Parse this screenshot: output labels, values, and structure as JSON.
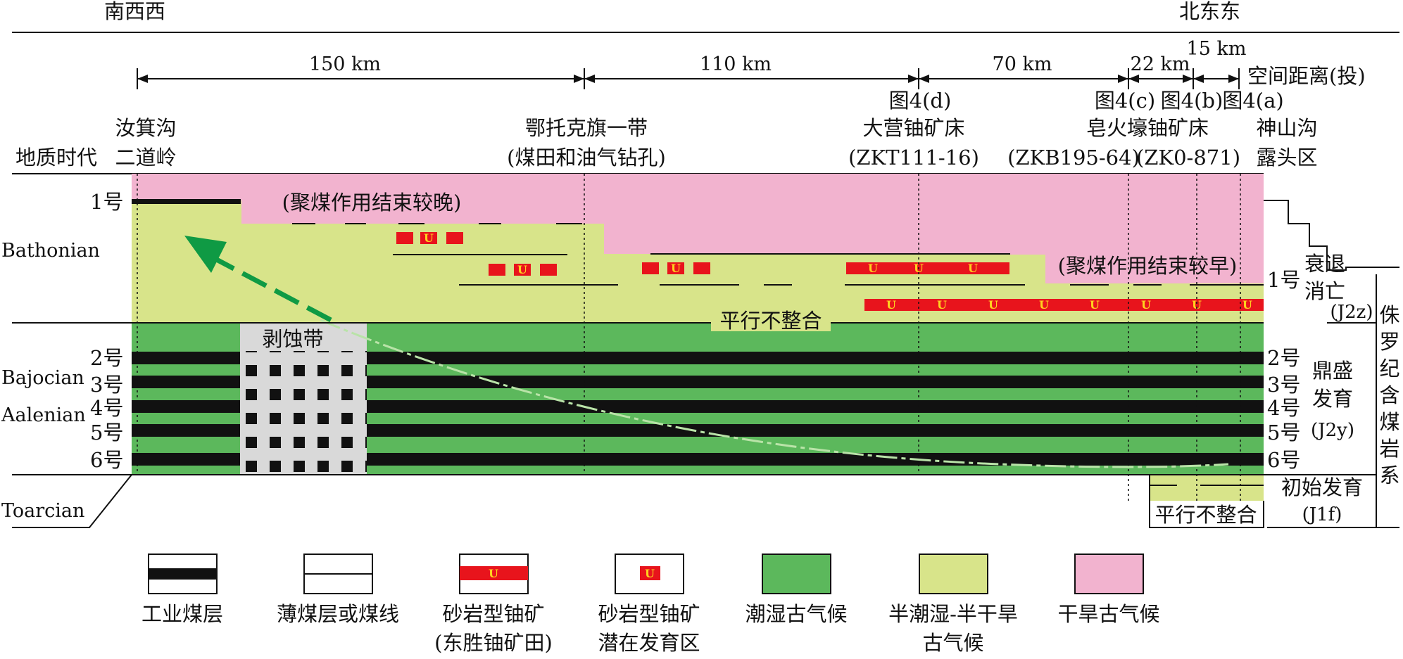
{
  "orientation": {
    "left": "南西西",
    "right": "北东东"
  },
  "distances": {
    "segments": [
      "150 km",
      "110 km",
      "70 km",
      "22 km",
      "15 km"
    ],
    "caption": "空间距离(投)"
  },
  "locations": {
    "left": {
      "name": "汝箕沟",
      "name2": "二道岭"
    },
    "time_header": "地质时代",
    "ordos": {
      "name": "鄂托克旗一带",
      "note": "(煤田和油气钻孔)"
    },
    "daying": {
      "fig": "图4(d)",
      "name": "大营铀矿床",
      "well": "(ZKT111-16)"
    },
    "zaohuohao": {
      "fig": "图4(c)",
      "name": "皂火壕铀矿床",
      "well": "(ZKB195-64)"
    },
    "fig_b": "图4(b)",
    "well_b": "(ZK0-871)",
    "fig_a": "图4(a)",
    "shenshan": {
      "name": "神山沟",
      "name2": "露头区"
    }
  },
  "stages": {
    "bathonian": "Bathonian",
    "bajocian": "Bajocian",
    "aalenian": "Aalenian",
    "toarcian": "Toarcian"
  },
  "annotations": {
    "late_end": "(聚煤作用结束较晚)",
    "early_end": "(聚煤作用结束较早)",
    "unconformity_upper": "平行不整合",
    "unconformity_lower": "平行不整合",
    "erosion": "剥蚀带",
    "uranium_mark": "U"
  },
  "seams": {
    "left_1": "1号",
    "right_1": "1号",
    "left": [
      "2号",
      "3号",
      "4号",
      "5号",
      "6号"
    ],
    "right": [
      "2号",
      "3号",
      "4号",
      "5号",
      "6号"
    ]
  },
  "development": {
    "decline": "衰退",
    "disappear": "消亡",
    "upper_formation": "(J2z)",
    "peak": [
      "鼎盛",
      "发育"
    ],
    "middle_formation": "(J2y)",
    "initial": "初始发育",
    "lower_formation": "(J1f)",
    "system": [
      "侏",
      "罗",
      "纪",
      "含",
      "煤",
      "岩",
      "系"
    ]
  },
  "legend": [
    {
      "key": "industrial-coal",
      "label": "工业煤层",
      "label2": ""
    },
    {
      "key": "thin-coal",
      "label": "薄煤层或煤线",
      "label2": ""
    },
    {
      "key": "sandstone-u",
      "label": "砂岩型铀矿",
      "label2": "(东胜铀矿田)"
    },
    {
      "key": "potential-u",
      "label": "砂岩型铀矿",
      "label2": "潜在发育区"
    },
    {
      "key": "humid",
      "label": "潮湿古气候",
      "label2": ""
    },
    {
      "key": "semi",
      "label": "半潮湿-半干旱",
      "label2": "古气候"
    },
    {
      "key": "arid",
      "label": "干旱古气候",
      "label2": ""
    }
  ],
  "colors": {
    "humid": "#5cb85c",
    "semi_arid": "#d8e48a",
    "arid": "#f2b3cf",
    "coal": "#111111",
    "uranium": "#e8141c",
    "uranium_text": "#ffd21f",
    "arrow": "#0f9a44",
    "trend_line": "#b9e3a8",
    "erosion": "#d9d9d9"
  }
}
